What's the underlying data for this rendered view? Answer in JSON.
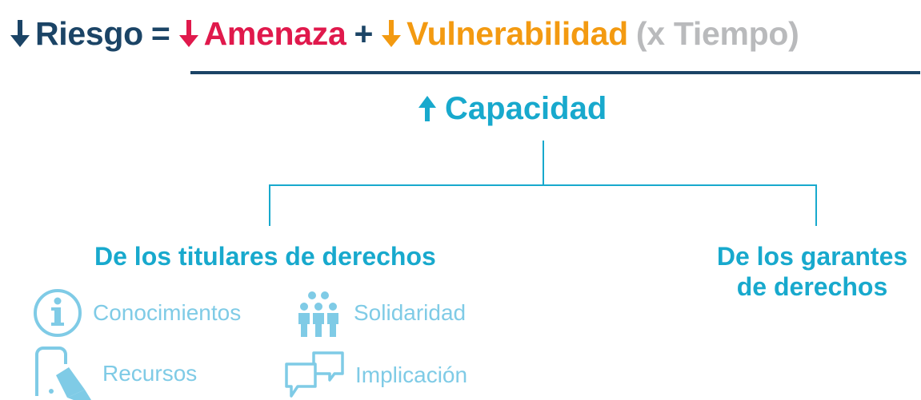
{
  "formula": {
    "riesgo": "Riesgo",
    "equals": "=",
    "amenaza": "Amenaza",
    "plus": "+",
    "vulnerabilidad": "Vulnerabilidad",
    "tiempo": "(x Tiempo)"
  },
  "capacidad": {
    "label": "Capacidad"
  },
  "branches": {
    "left": {
      "title": "De los titulares de derechos",
      "items": [
        {
          "label": "Conocimientos",
          "icon": "info-icon"
        },
        {
          "label": "Solidaridad",
          "icon": "people-group-icon"
        },
        {
          "label": "Recursos",
          "icon": "phone-megaphone-icon"
        },
        {
          "label": "Implicación",
          "icon": "speech-bubbles-icon"
        }
      ]
    },
    "right": {
      "title_line1": "De los garantes",
      "title_line2": "de derechos"
    }
  },
  "colors": {
    "navy": "#1b4466",
    "red": "#e0194c",
    "orange": "#f39a11",
    "gray": "#b9babc",
    "cyan": "#18a9cd",
    "light_cyan": "#7fcbe6"
  }
}
